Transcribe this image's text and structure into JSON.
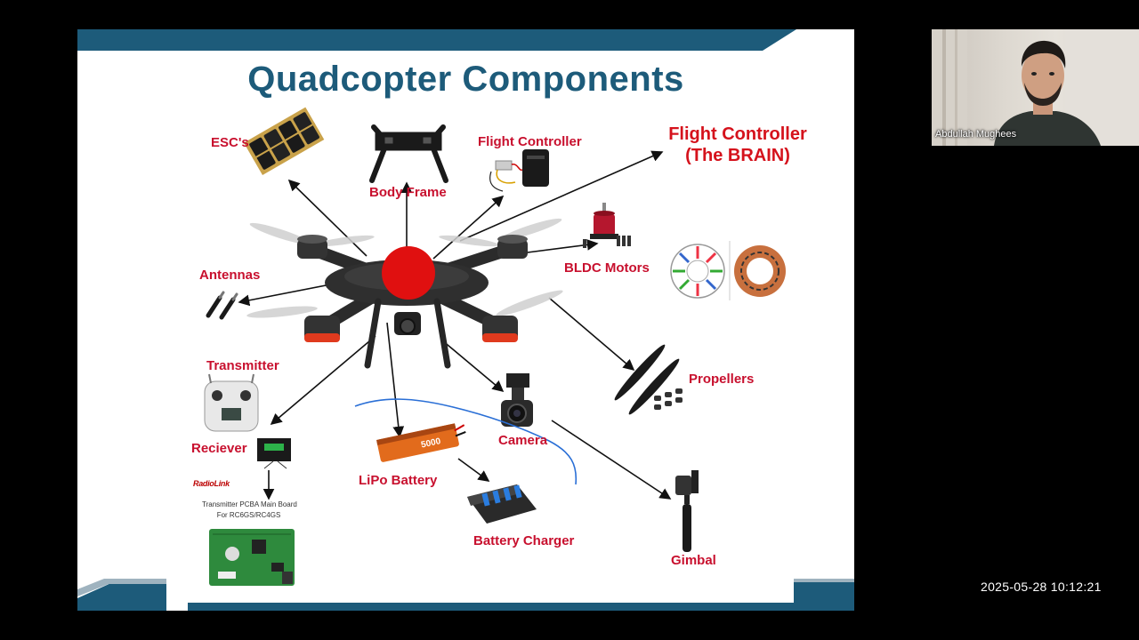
{
  "slide": {
    "title": "Quadcopter Components",
    "labels": {
      "escs": "ESC's",
      "body_frame": "Body Frame",
      "flight_controller": "Flight Controller",
      "brain_line1": "Flight Controller",
      "brain_line2": "(The BRAIN)",
      "bldc_motors": "BLDC Motors",
      "antennas": "Antennas",
      "transmitter": "Transmitter",
      "receiver": "Reciever",
      "propellers": "Propellers",
      "camera": "Camera",
      "lipo_battery": "LiPo Battery",
      "battery_charger": "Battery Charger",
      "gimbal": "Gimbal"
    },
    "radiolink": "RadioLink",
    "pcb_caption_line1": "Transmitter PCBA Main Board",
    "pcb_caption_line2": "For RC6GS/RC4GS",
    "battery_text": "5000",
    "colors": {
      "title": "#1d5b7a",
      "label": "#c8102e",
      "accent_bar": "#1d5b7a",
      "hub": "#e01010",
      "annotation": "#2a6fd6"
    }
  },
  "webcam": {
    "participant_name": "Abdullah Mughees"
  },
  "timestamp": "2025-05-28 10:12:21"
}
